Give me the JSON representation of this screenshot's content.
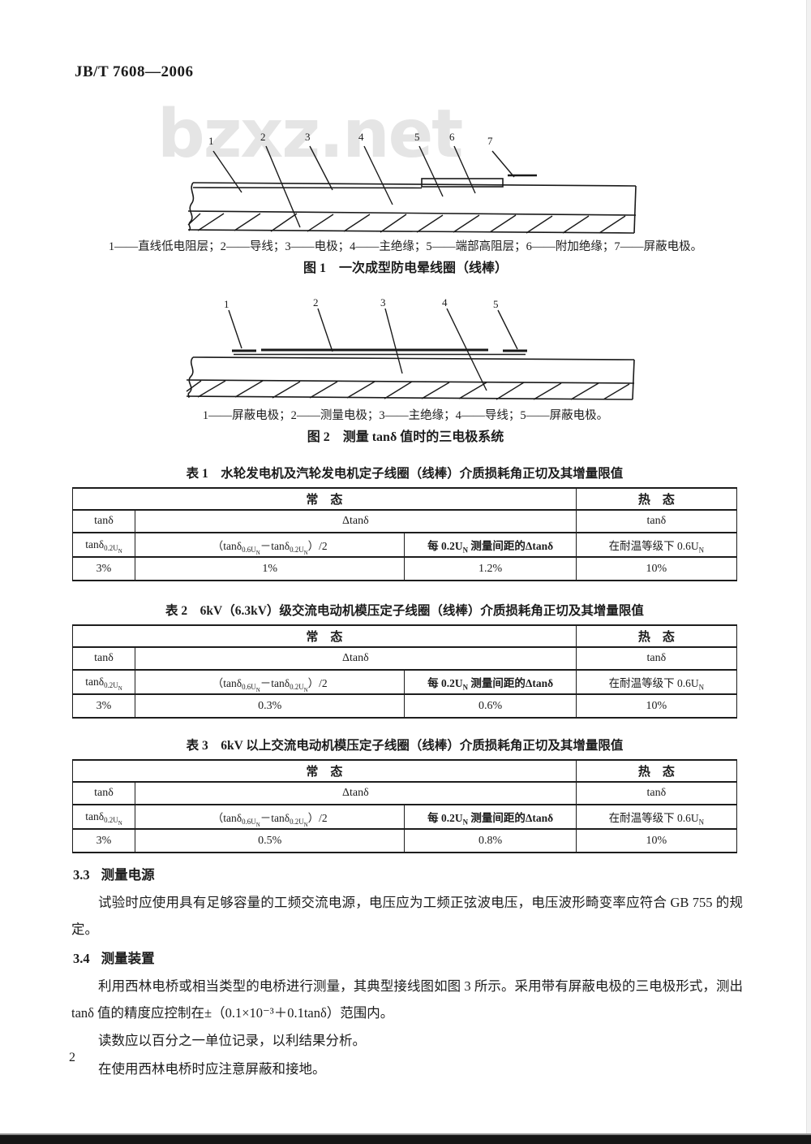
{
  "header": {
    "standard_no": "JB/T 7608—2006"
  },
  "watermark": "bzxz.net",
  "figure1": {
    "labels": [
      "1",
      "2",
      "3",
      "4",
      "5",
      "6",
      "7"
    ],
    "caption": "1——直线低电阻层；2——导线；3——电极；4——主绝缘；5——端部高阻层；6——附加绝缘；7——屏蔽电极。",
    "title": "图 1　一次成型防电晕线圈（线棒）"
  },
  "figure2": {
    "labels": [
      "1",
      "2",
      "3",
      "4",
      "5"
    ],
    "caption": "1——屏蔽电极；2——测量电极；3——主绝缘；4——导线；5——屏蔽电极。",
    "title": "图 2　测量 tanδ 值时的三电极系统"
  },
  "tables": {
    "common": {
      "normal_state": "常　态",
      "hot_state": "热　态",
      "tan_delta": "tanδ",
      "delta_tan": "Δtanδ",
      "sub_02U": "0.2U",
      "sub_06U": "0.6U",
      "sub_N": "N",
      "f_open": "（tanδ",
      "f_mid": "－tanδ",
      "f_close": "）/2",
      "col3_pre": "每 0.2U",
      "col3_post": " 测量间距的Δtanδ",
      "col4_pre": "在耐温等级下 0.6U"
    },
    "t1": {
      "title": "表 1　水轮发电机及汽轮发电机定子线圈（线棒）介质损耗角正切及其增量限值",
      "values": [
        "3%",
        "1%",
        "1.2%",
        "10%"
      ]
    },
    "t2": {
      "title": "表 2　6kV（6.3kV）级交流电动机模压定子线圈（线棒）介质损耗角正切及其增量限值",
      "values": [
        "3%",
        "0.3%",
        "0.6%",
        "10%"
      ]
    },
    "t3": {
      "title": "表 3　6kV 以上交流电动机模压定子线圈（线棒）介质损耗角正切及其增量限值",
      "values": [
        "3%",
        "0.5%",
        "0.8%",
        "10%"
      ]
    }
  },
  "sections": {
    "s33": {
      "number": "3.3",
      "heading": "测量电源",
      "body": "试验时应使用具有足够容量的工频交流电源，电压应为工频正弦波电压，电压波形畸变率应符合 GB 755 的规定。"
    },
    "s34": {
      "number": "3.4",
      "heading": "测量装置",
      "p1": "利用西林电桥或相当类型的电桥进行测量，其典型接线图如图 3 所示。采用带有屏蔽电极的三电极形式，测出 tanδ 值的精度应控制在±（0.1×10⁻³＋0.1tanδ）范围内。",
      "p2": "读数应以百分之一单位记录，以利结果分析。",
      "p3": "在使用西林电桥时应注意屏蔽和接地。"
    }
  },
  "page_number": "2"
}
